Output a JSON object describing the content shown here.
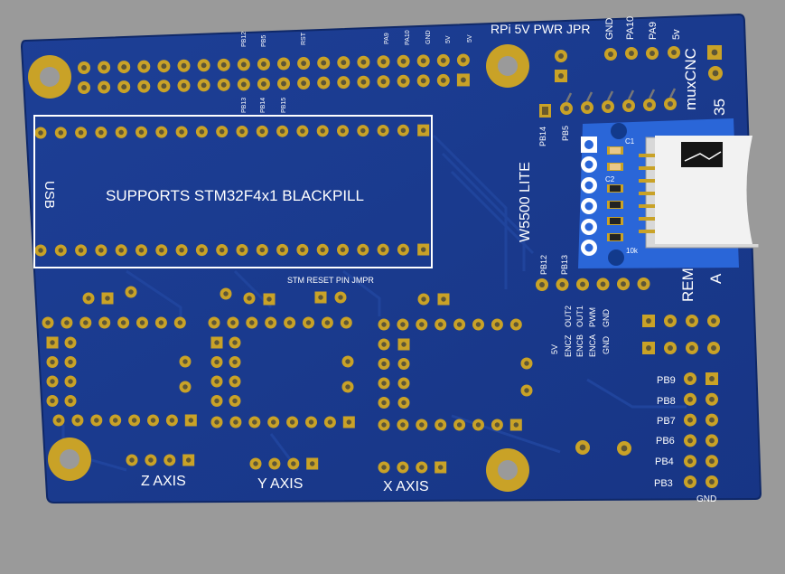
{
  "board": {
    "colors": {
      "background": "#9a9a9a",
      "pcb": "#1a3a8f",
      "pcb_edge": "#0f2868",
      "gold": "#c9a227",
      "silkscreen": "#ffffff",
      "module_blue": "#2a66d8"
    },
    "labels": {
      "rpi_jumper": "RPi 5V PWR JPR",
      "top_right_pins": [
        "GND",
        "PA10",
        "PA9",
        "5v"
      ],
      "header_top_pins": [
        "PB12",
        "PB5",
        "RST",
        "PA9",
        "PA10",
        "GND",
        "5V",
        "5V"
      ],
      "header_bottom_pins": [
        "PB13",
        "PB14",
        "PB15"
      ],
      "blackpill_text": "SUPPORTS STM32F4x1 BLACKPILL",
      "usb": "USB",
      "w5500": "W5500 LITE",
      "w5500_top_pins": [
        "PB14",
        "PB5"
      ],
      "w5500_bottom_pins": [
        "PB12",
        "PB13"
      ],
      "stm_reset": "STM RESET PIN JMPR",
      "z_axis": "Z AXIS",
      "y_axis": "Y AXIS",
      "x_axis": "X AXIS",
      "spindle_pins_top": [
        "OUT2",
        "OUT1",
        "PWM",
        "GND"
      ],
      "spindle_pins_bottom": [
        "5V",
        "ENCZ",
        "ENCB",
        "ENCA",
        "GND"
      ],
      "gpio_pins": [
        "PB9",
        "PB8",
        "PB7",
        "PB6",
        "PB4",
        "PB3"
      ],
      "gnd": "GND",
      "remora_partial": "REM",
      "brand_partial": "muxCNC",
      "version_partial": "35",
      "a_partial": "A",
      "sd_components": [
        "C1",
        "C2",
        "10k"
      ]
    }
  }
}
